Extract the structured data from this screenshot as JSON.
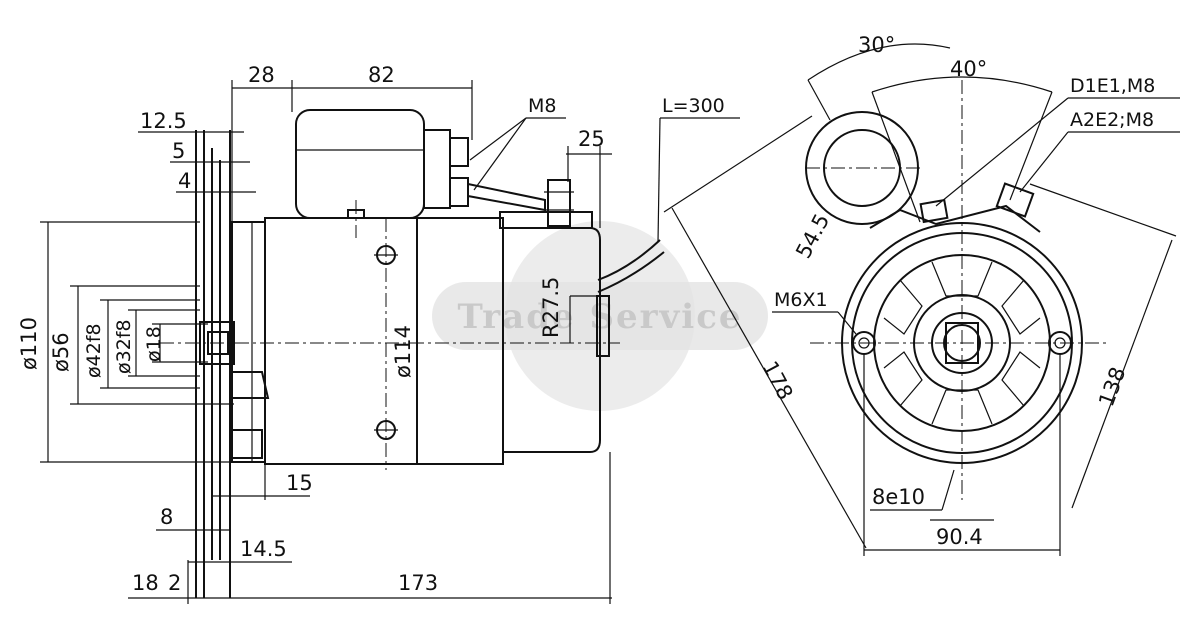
{
  "watermark": {
    "text": "Trade Service",
    "color": "#d6d6d6"
  },
  "side_view": {
    "dims": {
      "d28": "28",
      "d82": "82",
      "d12_5": "12.5",
      "d5": "5",
      "d4": "4",
      "m8": "M8",
      "l300": "L=300",
      "d25": "25",
      "r27_5": "R27.5",
      "dia110": "ø110",
      "dia56": "ø56",
      "dia42f8": "ø42f8",
      "dia32f8": "ø32f8",
      "dia18": "ø18",
      "dia114": "ø114",
      "d15": "15",
      "d8": "8",
      "d14_5": "14.5",
      "d18": "18",
      "d2": "2",
      "d173": "173"
    }
  },
  "end_view": {
    "dims": {
      "ang30": "30°",
      "ang40": "40°",
      "d1e1": "D1E1,M8",
      "a2e2": "A2E2;M8",
      "d54_5": "54.5",
      "m6x1": "M6X1",
      "d178": "178",
      "d138": "138",
      "e8e10": "8e10",
      "d90_4": "90.4"
    }
  }
}
